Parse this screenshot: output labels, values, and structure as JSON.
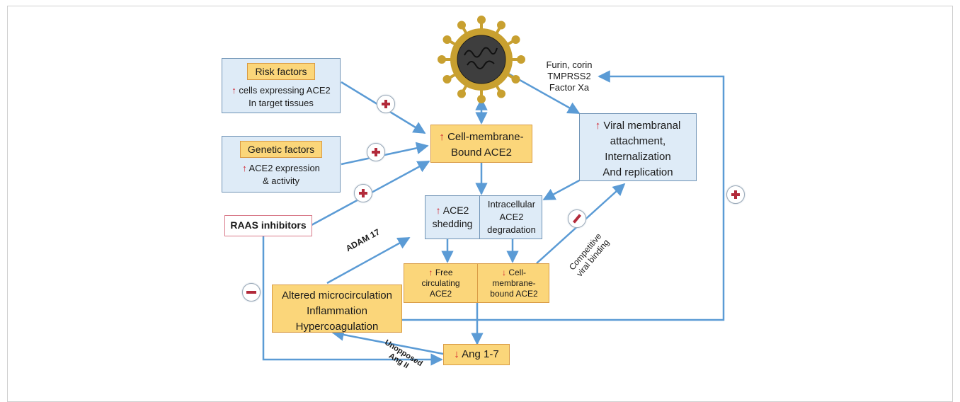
{
  "risk": {
    "title": "Risk factors",
    "line1": "cells expressing ACE2",
    "line2": "In target tissues"
  },
  "genetic": {
    "title": "Genetic factors",
    "line1": "ACE2 expression",
    "line2": "& activity"
  },
  "raas": {
    "label": "RAAS inhibitors"
  },
  "bound": {
    "line1": "Cell-membrane-",
    "line2": "Bound ACE2"
  },
  "viral": {
    "line1": "Viral membranal",
    "line2": "attachment,",
    "line3": "Internalization",
    "line4": "And replication"
  },
  "proteases": {
    "line1": "Furin, corin",
    "line2": "TMPRSS2",
    "line3": "Factor Xa"
  },
  "shedding": {
    "line1": "ACE2",
    "line2": "shedding"
  },
  "degradation": {
    "line1": "Intracellular",
    "line2": "ACE2",
    "line3": "degradation"
  },
  "free": {
    "line1": "Free",
    "line2": "circulating",
    "line3": "ACE2"
  },
  "cellbound": {
    "line1": "Cell-",
    "line2": "membrane-",
    "line3": "bound ACE2"
  },
  "altered": {
    "line1": "Altered microcirculation",
    "line2": "Inflammation",
    "line3": "Hypercoagulation"
  },
  "ang": {
    "label": "Ang 1-7"
  },
  "labels": {
    "adam": "ADAM 17",
    "competitive1": "Competitive",
    "competitive2": "viral binding",
    "unopposed1": "Unopposed",
    "unopposed2": "Ang II"
  },
  "symbols": {
    "up": "↑",
    "down": "↓"
  },
  "colors": {
    "arrow": "#5b9bd5",
    "box_blue": "#deebf7",
    "box_orange": "#fbd67a",
    "virus": "#c8a030",
    "sign": "#b22a3a"
  },
  "icons": [
    "virus-icon",
    "plus-icon",
    "minus-icon"
  ]
}
